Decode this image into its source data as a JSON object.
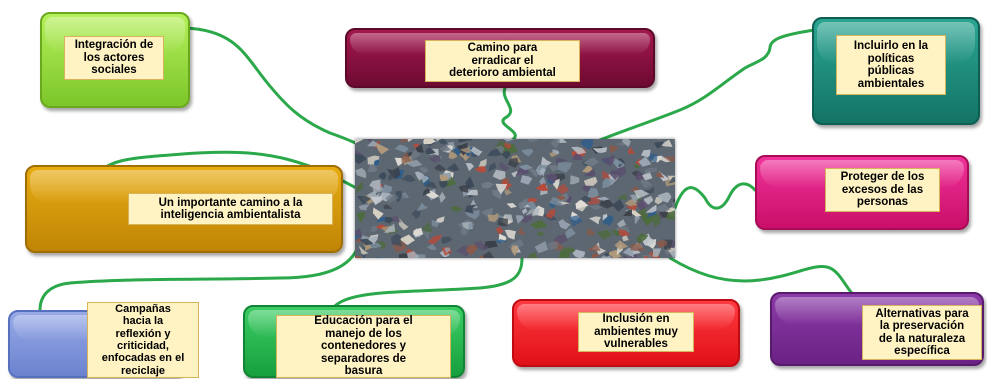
{
  "center": {
    "image_name": "crushed-cans-image"
  },
  "colors": {
    "link": "#2aa84a",
    "yellow_green": "#8fd63a",
    "maroon": "#8a1140",
    "teal": "#1d8a7a",
    "gold": "#d89a08",
    "pink": "#e21a7c",
    "periwinkle": "#7d93d8",
    "green": "#22b14c",
    "red": "#ee1c24",
    "purple": "#7b2d95",
    "label_bg": "#fff3c4"
  },
  "nodes": {
    "integracion": "Integración de\nlos actores\nsociales",
    "camino": "Camino para\nerradicar el\ndeterioro ambiental",
    "incluirlo": "Incluirlo en la\npolíticas\npúblicas\nambientales",
    "importante": "Un importante camino a la\ninteligencia ambientalista",
    "proteger": "Proteger de los\nexcesos de las\npersonas",
    "campanas": "Campañas\nhacia la\nreflexión y\ncriticidad,\nenfocadas en el\nreciclaje",
    "educacion": "Educación para el\nmanejo de los\ncontenedores y\nseparadores de\nbasura",
    "inclusion": "Inclusión en\nambientes muy\nvulnerables",
    "alternativas": "Alternativas para\nla preservación\nde la naturaleza\nespecífica"
  }
}
